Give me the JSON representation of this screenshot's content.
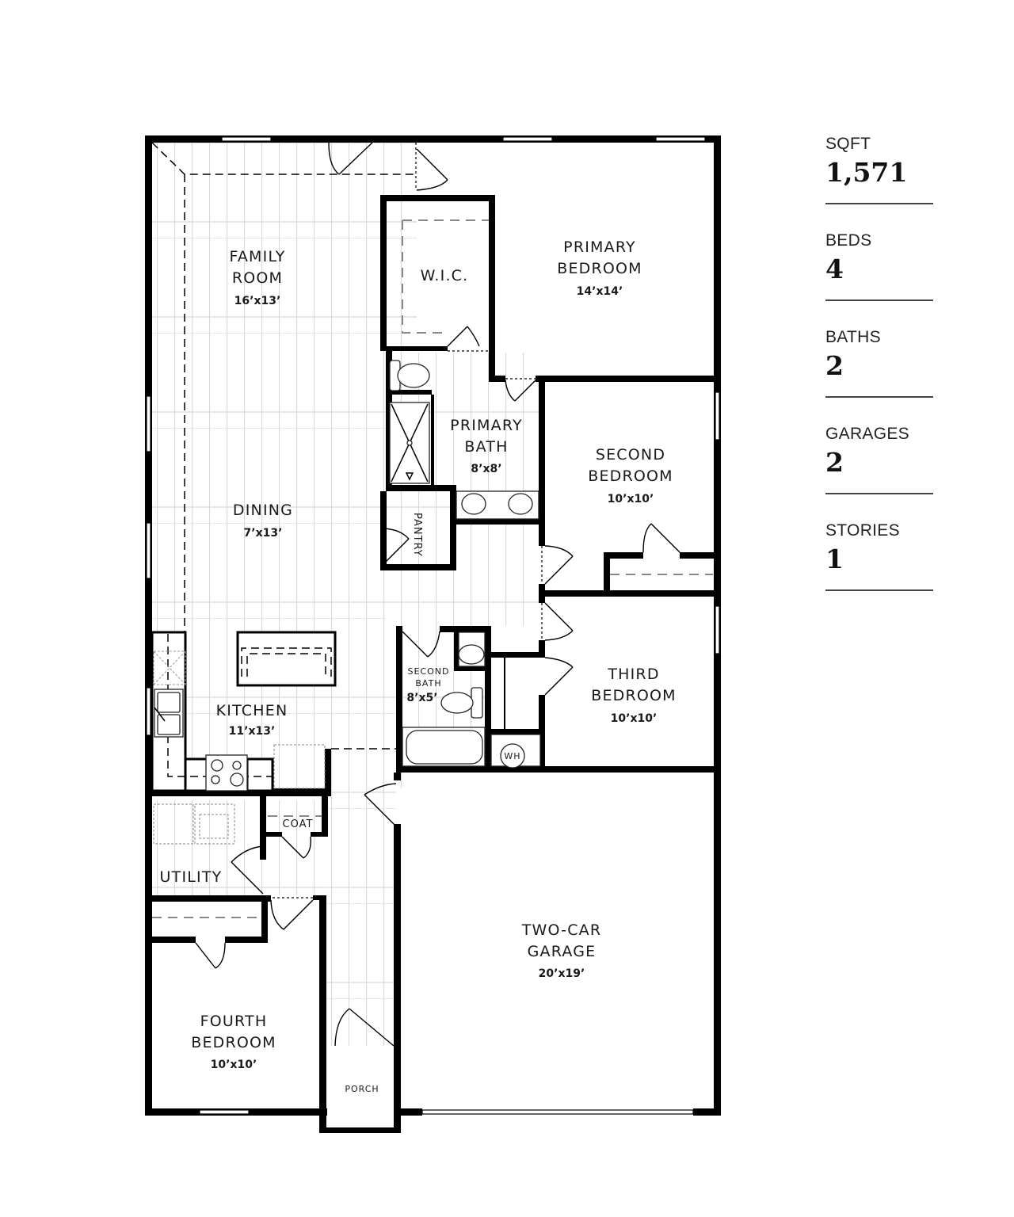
{
  "stats": [
    {
      "label": "SQFT",
      "value": "1,571"
    },
    {
      "label": "BEDS",
      "value": "4"
    },
    {
      "label": "BATHS",
      "value": "2"
    },
    {
      "label": "GARAGES",
      "value": "2"
    },
    {
      "label": "STORIES",
      "value": "1"
    }
  ],
  "rooms": {
    "family_room": {
      "name_line1": "FAMILY",
      "name_line2": "ROOM",
      "dims": "16’x13’"
    },
    "wic": {
      "name": "W.I.C."
    },
    "primary_bedroom": {
      "name_line1": "PRIMARY",
      "name_line2": "BEDROOM",
      "dims": "14’x14’"
    },
    "primary_bath": {
      "name_line1": "PRIMARY",
      "name_line2": "BATH",
      "dims": "8’x8’"
    },
    "pantry": {
      "name": "PANTRY"
    },
    "dining": {
      "name": "DINING",
      "dims": "7’x13’"
    },
    "second_bedroom": {
      "name_line1": "SECOND",
      "name_line2": "BEDROOM",
      "dims": "10’x10’"
    },
    "second_bath": {
      "name_line1": "SECOND",
      "name_line2": "BATH",
      "dims": "8’x5’"
    },
    "third_bedroom": {
      "name_line1": "THIRD",
      "name_line2": "BEDROOM",
      "dims": "10’x10’"
    },
    "water_heater": {
      "name": "WH"
    },
    "kitchen": {
      "name": "KITCHEN",
      "dims": "11’x13’"
    },
    "coat": {
      "name": "COAT"
    },
    "utility": {
      "name": "UTILITY"
    },
    "fourth_bedroom": {
      "name_line1": "FOURTH",
      "name_line2": "BEDROOM",
      "dims": "10’x10’"
    },
    "garage": {
      "name_line1": "TWO-CAR",
      "name_line2": "GARAGE",
      "dims": "20’x19’"
    },
    "porch": {
      "name": "PORCH"
    }
  }
}
